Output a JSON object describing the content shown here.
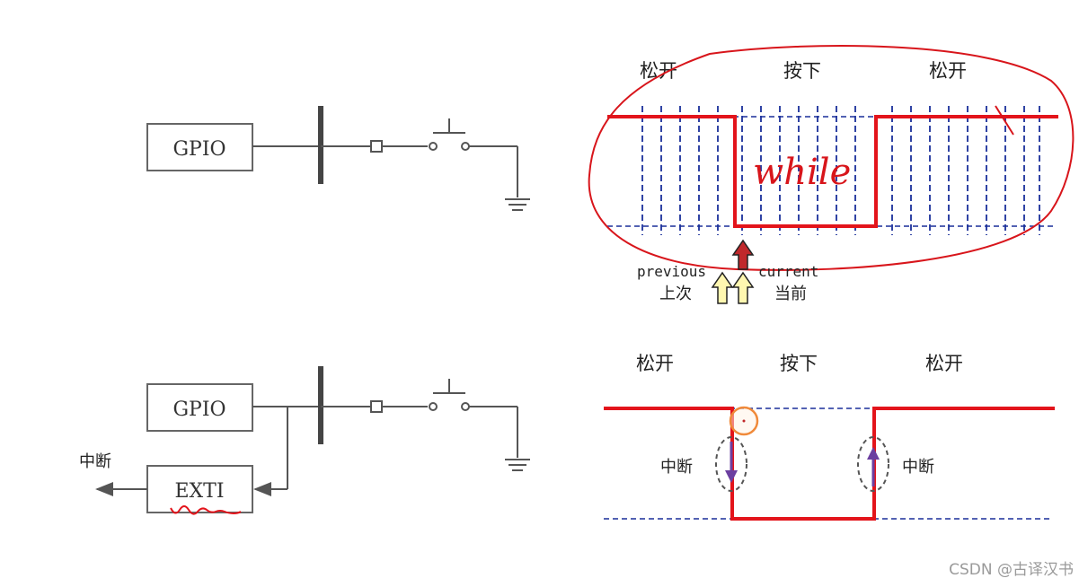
{
  "circuit_top": {
    "gpio_label": "GPIO"
  },
  "circuit_bottom": {
    "gpio_label": "GPIO",
    "exti_label": "EXTI",
    "interrupt_label": "中断"
  },
  "wave_top": {
    "state_release_left": "松开",
    "state_press": "按下",
    "state_release_right": "松开",
    "annotation_handwritten": "while",
    "previous_label": "previous",
    "previous_cn": "上次",
    "current_label": "current",
    "current_cn": "当前"
  },
  "wave_bottom": {
    "state_release_left": "松开",
    "state_press": "按下",
    "state_release_right": "松开",
    "interrupt_fall": "中断",
    "interrupt_rise": "中断"
  },
  "watermark": "CSDN @古译汉书",
  "colors": {
    "signal": "#e3141b",
    "dashed": "#1a2f9a",
    "arrow_purple": "#6b3fa0",
    "highlight_orange": "#f08a3a"
  }
}
